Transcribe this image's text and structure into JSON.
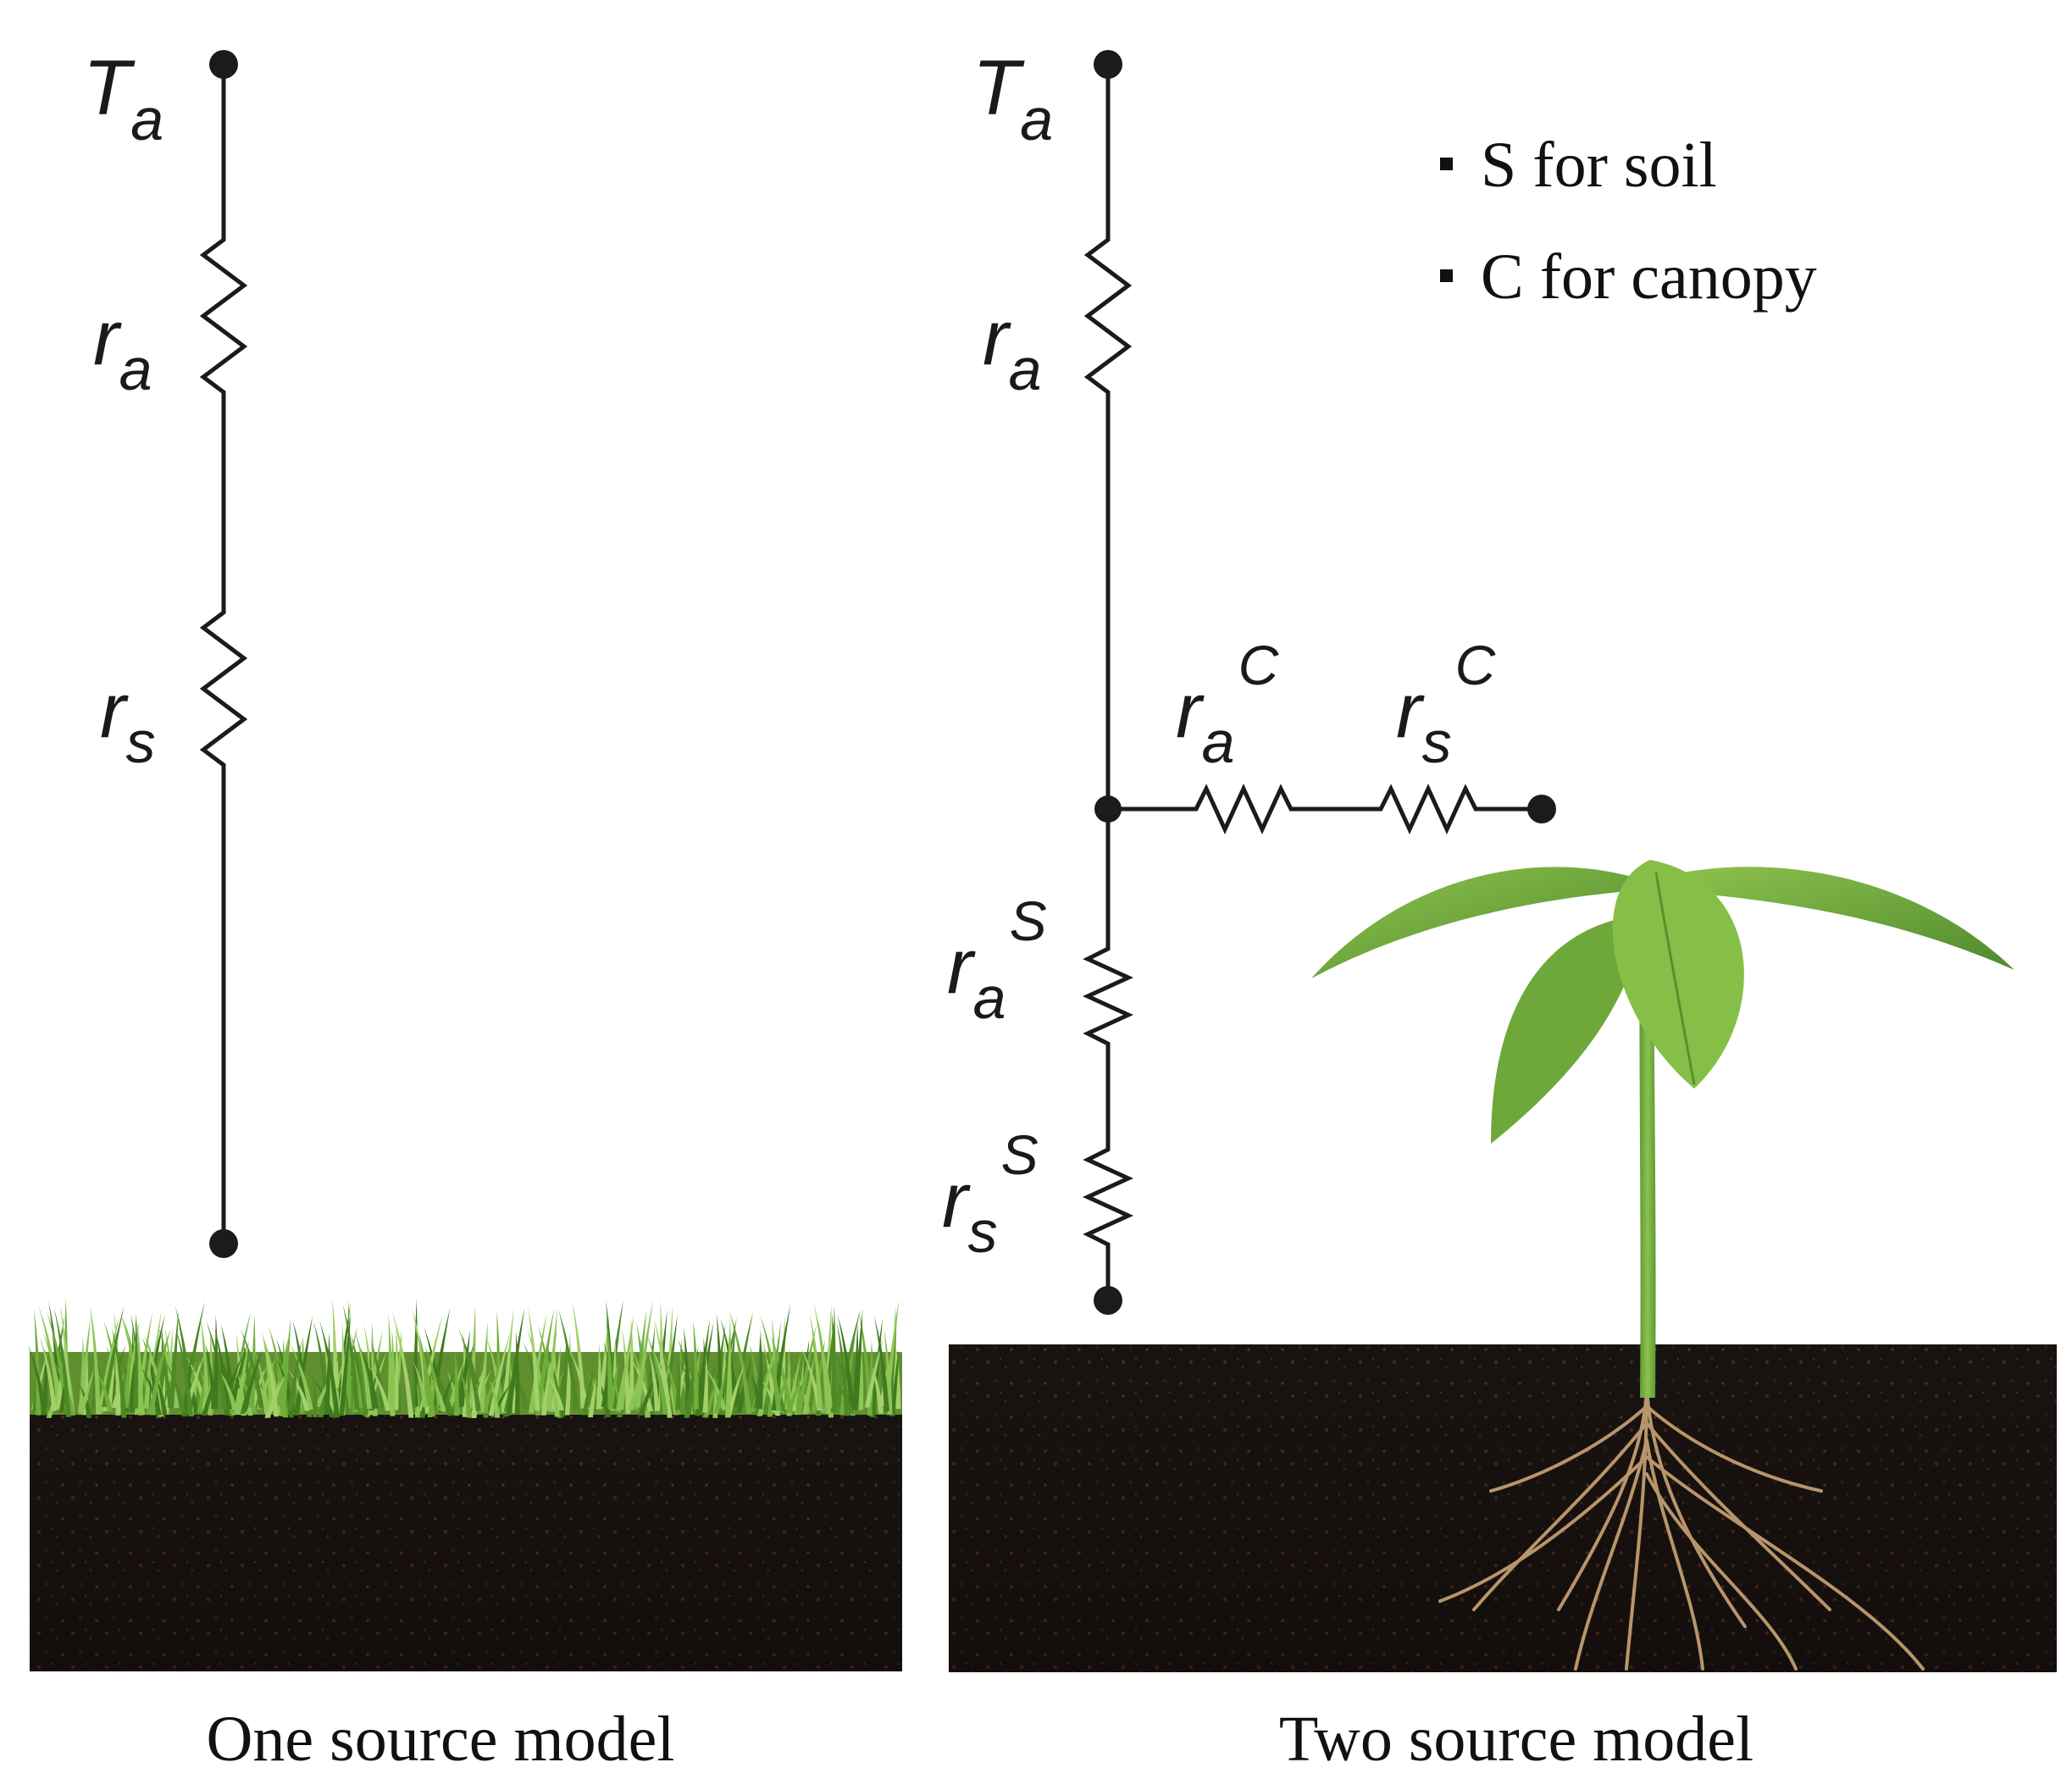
{
  "one_source": {
    "top_node": {
      "sym": "T",
      "sub": "a"
    },
    "res_air": {
      "sym": "r",
      "sub": "a"
    },
    "res_surface": {
      "sym": "r",
      "sub": "s"
    },
    "caption": "One source model"
  },
  "two_source": {
    "top_node": {
      "sym": "T",
      "sub": "a"
    },
    "res_air": {
      "sym": "r",
      "sub": "a"
    },
    "res_canopy_air": {
      "sym": "r",
      "sub": "a",
      "sup": "C"
    },
    "res_canopy_surface": {
      "sym": "r",
      "sub": "s",
      "sup": "C"
    },
    "res_soil_air": {
      "sym": "r",
      "sub": "a",
      "sup": "S"
    },
    "res_soil_surface": {
      "sym": "r",
      "sub": "s",
      "sup": "S"
    },
    "caption": "Two source model"
  },
  "legend": [
    {
      "text": "S for soil"
    },
    {
      "text": "C for canopy"
    }
  ],
  "colors": {
    "wire": "#1b1b1b",
    "soil": "#1c1512",
    "grass": "#6aa83a",
    "leaf": "#7cb342",
    "root": "#b8956a"
  }
}
